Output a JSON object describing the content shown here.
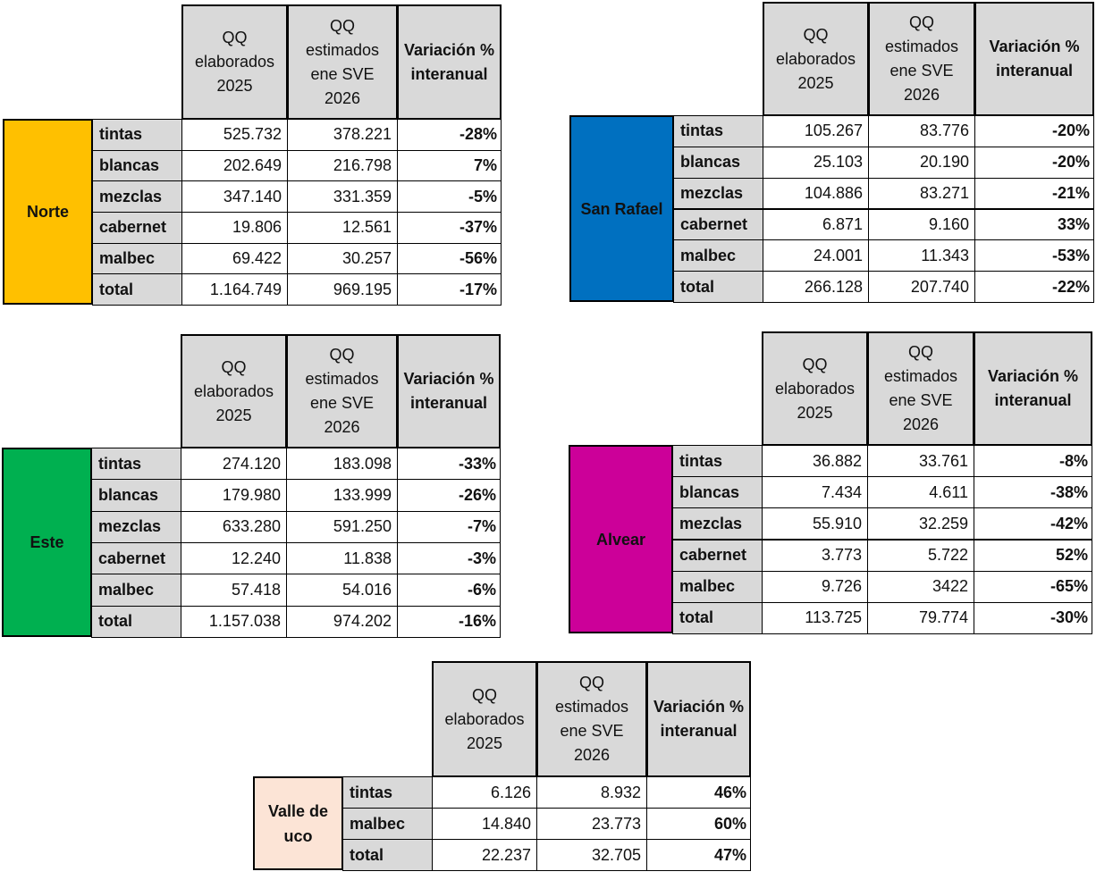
{
  "headers": {
    "col1": "QQ elaborados 2025",
    "col2": "QQ estimados ene SVE 2026",
    "col3": "Variación % interanual"
  },
  "tables": [
    {
      "region": "Norte",
      "color": "#FFC000",
      "rows": [
        {
          "label": "tintas",
          "qq2025": "525.732",
          "qq2026": "378.221",
          "var": "-28%"
        },
        {
          "label": "blancas",
          "qq2025": "202.649",
          "qq2026": "216.798",
          "var": "7%"
        },
        {
          "label": "mezclas",
          "qq2025": "347.140",
          "qq2026": "331.359",
          "var": "-5%"
        },
        {
          "label": "cabernet",
          "qq2025": "19.806",
          "qq2026": "12.561",
          "var": "-37%"
        },
        {
          "label": "malbec",
          "qq2025": "69.422",
          "qq2026": "30.257",
          "var": "-56%"
        },
        {
          "label": "total",
          "qq2025": "1.164.749",
          "qq2026": "969.195",
          "var": "-17%"
        }
      ]
    },
    {
      "region": "San Rafael",
      "color": "#0070C0",
      "rows": [
        {
          "label": "tintas",
          "qq2025": "105.267",
          "qq2026": "83.776",
          "var": "-20%"
        },
        {
          "label": "blancas",
          "qq2025": "25.103",
          "qq2026": "20.190",
          "var": "-20%"
        },
        {
          "label": "mezclas",
          "qq2025": "104.886",
          "qq2026": "83.271",
          "var": "-21%"
        },
        {
          "label": "cabernet",
          "qq2025": "6.871",
          "qq2026": "9.160",
          "var": "33%"
        },
        {
          "label": "malbec",
          "qq2025": "24.001",
          "qq2026": "11.343",
          "var": "-53%"
        },
        {
          "label": "total",
          "qq2025": "266.128",
          "qq2026": "207.740",
          "var": "-22%"
        }
      ]
    },
    {
      "region": "Este",
      "color": "#00B050",
      "rows": [
        {
          "label": "tintas",
          "qq2025": "274.120",
          "qq2026": "183.098",
          "var": "-33%"
        },
        {
          "label": "blancas",
          "qq2025": "179.980",
          "qq2026": "133.999",
          "var": "-26%"
        },
        {
          "label": "mezclas",
          "qq2025": "633.280",
          "qq2026": "591.250",
          "var": "-7%"
        },
        {
          "label": "cabernet",
          "qq2025": "12.240",
          "qq2026": "11.838",
          "var": "-3%"
        },
        {
          "label": "malbec",
          "qq2025": "57.418",
          "qq2026": "54.016",
          "var": "-6%"
        },
        {
          "label": "total",
          "qq2025": "1.157.038",
          "qq2026": "974.202",
          "var": "-16%"
        }
      ]
    },
    {
      "region": "Alvear",
      "color": "#CC0099",
      "rows": [
        {
          "label": "tintas",
          "qq2025": "36.882",
          "qq2026": "33.761",
          "var": "-8%"
        },
        {
          "label": "blancas",
          "qq2025": "7.434",
          "qq2026": "4.611",
          "var": "-38%"
        },
        {
          "label": "mezclas",
          "qq2025": "55.910",
          "qq2026": "32.259",
          "var": "-42%"
        },
        {
          "label": "cabernet",
          "qq2025": "3.773",
          "qq2026": "5.722",
          "var": "52%"
        },
        {
          "label": "malbec",
          "qq2025": "9.726",
          "qq2026": "3422",
          "var": "-65%"
        },
        {
          "label": "total",
          "qq2025": "113.725",
          "qq2026": "79.774",
          "var": "-30%"
        }
      ]
    },
    {
      "region": "Valle de uco",
      "color": "#FCE4D6",
      "rows": [
        {
          "label": "tintas",
          "qq2025": "6.126",
          "qq2026": "8.932",
          "var": "46%"
        },
        {
          "label": "malbec",
          "qq2025": "14.840",
          "qq2026": "23.773",
          "var": "60%"
        },
        {
          "label": "total",
          "qq2025": "22.237",
          "qq2026": "32.705",
          "var": "47%"
        }
      ]
    }
  ]
}
